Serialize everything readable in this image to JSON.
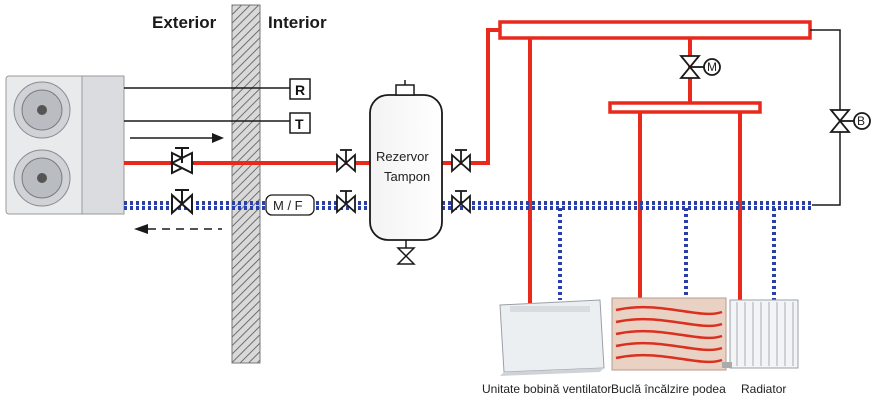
{
  "labels": {
    "exterior": "Exterior",
    "interior": "Interior",
    "room_sensor": "R",
    "thermostat": "T",
    "mf": "M / F",
    "tank_line1": "Rezervor",
    "tank_line2": "Tampon",
    "valve_m": "M",
    "valve_b": "B",
    "fan_coil": "Unitate bobină ventilator",
    "floor_loop": "Buclă încălzire podea",
    "radiator": "Radiator"
  },
  "colors": {
    "supply": "#e8291c",
    "return": "#2b3fa8",
    "line": "#1a1a1a"
  }
}
